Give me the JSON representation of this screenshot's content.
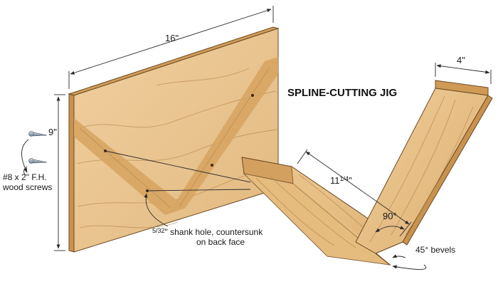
{
  "title": "SPLINE-CUTTING JIG",
  "dimensions": {
    "width": "16\"",
    "height": "9\"",
    "arm_length_whole": "11",
    "arm_length_fraction": "1/4",
    "arm_length_unit": "\"",
    "board_width": "4\"",
    "angle": "90°"
  },
  "labels": {
    "screws_line1": "#8 x 2\" F.H.",
    "screws_line2": "wood screws",
    "shank_fraction": "5/32",
    "shank_line1_rest": "\" shank hole, countersunk",
    "shank_line2": "on back face",
    "bevels": "45° bevels"
  },
  "icons": [
    "wood-screw-icon",
    "wood-screw-icon"
  ],
  "colors": {
    "wood_face": "#e9c592",
    "wood_edge": "#c9954f",
    "wood_end_grain": "#d7a463",
    "cleat_face": "#d9a868",
    "text": "#1a1a1a"
  }
}
